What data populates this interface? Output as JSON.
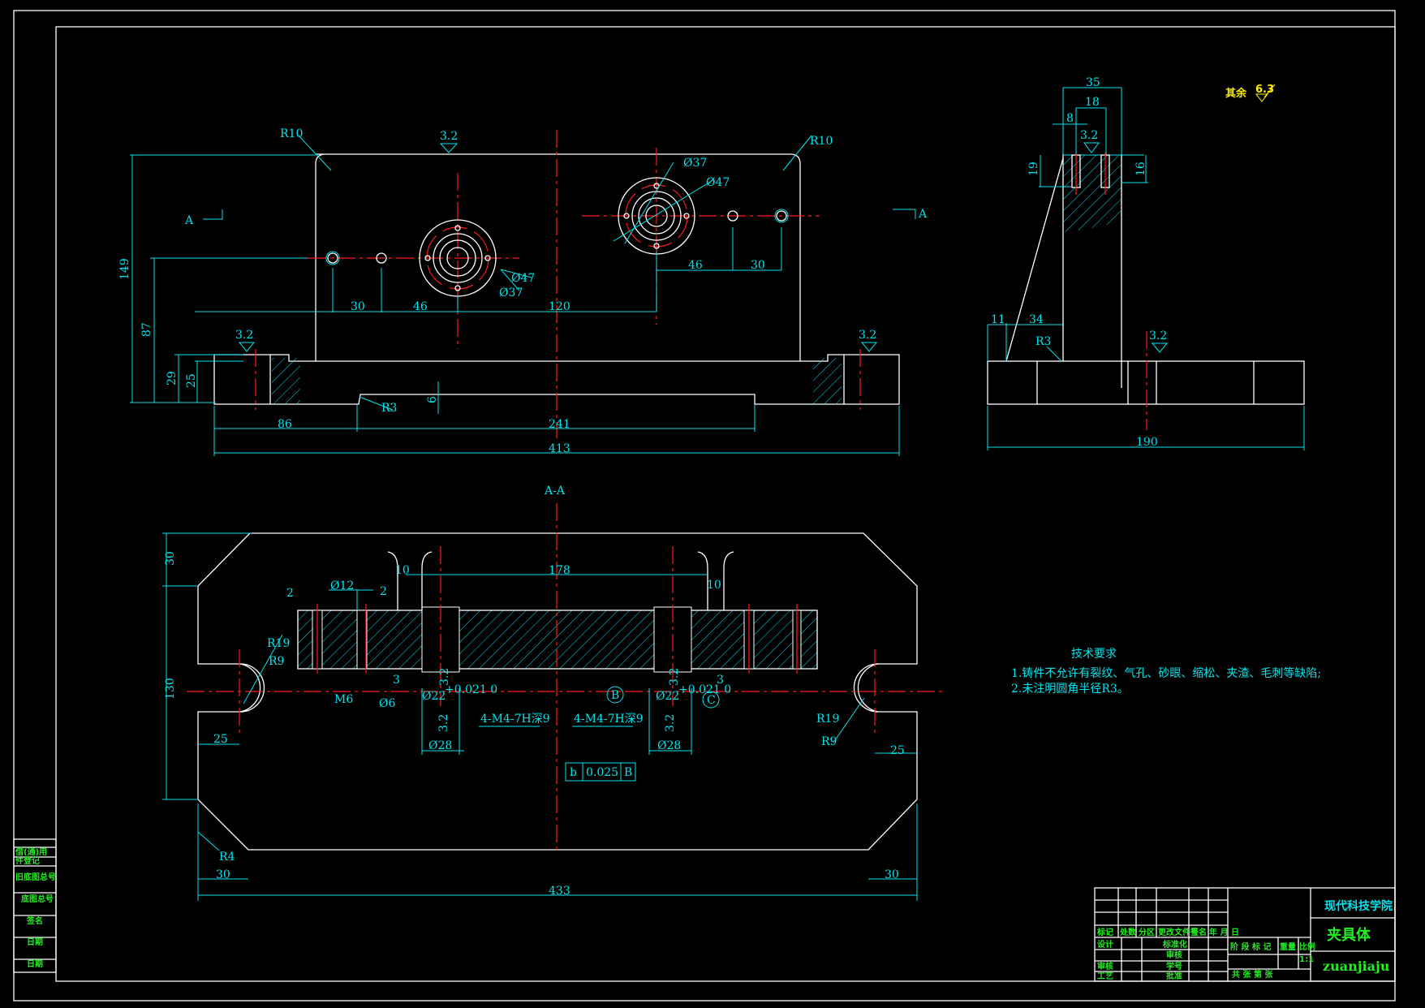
{
  "drawing": {
    "title": "夹具体",
    "school": "现代科技学院",
    "code": "zuanjiaju",
    "scale": "1:1",
    "default_roughness_label": "其余",
    "default_roughness_value": "6.3"
  },
  "section_label": "A-A",
  "section_marker": "A",
  "tech_requirements": {
    "heading": "技术要求",
    "items": [
      "1.铸件不允许有裂纹、气孔、砂眼、缩松、夹渣、毛刺等缺陷;",
      "2.未注明圆角半径R3。"
    ]
  },
  "front_view": {
    "dims": {
      "r10_left": "R10",
      "r10_right": "R10",
      "rough_top": "3.2",
      "h149": "149",
      "h87": "87",
      "h29": "29",
      "h25": "25",
      "h6": "6",
      "x30": "30",
      "x46": "46",
      "x120": "120",
      "x46b": "46",
      "x30b": "30",
      "d47a": "Ø47",
      "d37a": "Ø37",
      "d37b": "Ø37",
      "d47b": "Ø47",
      "r3": "R3",
      "w86": "86",
      "w241": "241",
      "w413": "413",
      "rough_left": "3.2",
      "rough_right": "3.2"
    }
  },
  "side_view": {
    "dims": {
      "w35": "35",
      "w18": "18",
      "w8": "8",
      "rough": "3.2",
      "h19": "19",
      "h16": "16",
      "w11": "11",
      "w34": "34",
      "r3": "R3",
      "rough_b": "3.2",
      "w190": "190"
    }
  },
  "section_view": {
    "dims": {
      "h30": "30",
      "h130": "130",
      "w178": "178",
      "w10a": "10",
      "w10b": "10",
      "d12": "Ø12",
      "t2a": "2",
      "t2b": "2",
      "r19a": "R19",
      "r9a": "R9",
      "r19b": "R19",
      "r9b": "R9",
      "m6": "M6",
      "d6": "Ø6",
      "t3a": "3",
      "t3b": "3",
      "d22a": "Ø22",
      "d22b": "Ø22",
      "tol": "+0.021 0",
      "d28a": "Ø28",
      "d28b": "Ø28",
      "thread_a": "4-M4-7H深9",
      "thread_b": "4-M4-7H深9",
      "rough_a": "3.2",
      "rough_b": "3.2",
      "rough_c": "3.2",
      "rough_d": "3.2",
      "datum_b": "B",
      "datum_c": "C",
      "w25a": "25",
      "w25b": "25",
      "r4": "R4",
      "w30a": "30",
      "w30b": "30",
      "w433": "433",
      "gtol_symbol": "b",
      "gtol_value": "0.025",
      "gtol_datum": "B"
    }
  },
  "left_strip": {
    "rows": [
      "借(通)用",
      "件登记",
      "旧底图总号",
      "底图总号",
      "签名",
      "日期",
      "日期"
    ]
  },
  "title_block": {
    "header_row": [
      "标记",
      "处数",
      "分区",
      "更改文件号",
      "签名",
      "年 月 日"
    ],
    "rows": [
      [
        "设计",
        "标准化"
      ],
      [
        "",
        "审核"
      ],
      [
        "审核",
        "学号"
      ],
      [
        "工艺",
        "批准"
      ]
    ],
    "stage_headers": [
      "阶 段 标 记",
      "重量",
      "比例"
    ],
    "sheets": "共  张  第  张"
  }
}
